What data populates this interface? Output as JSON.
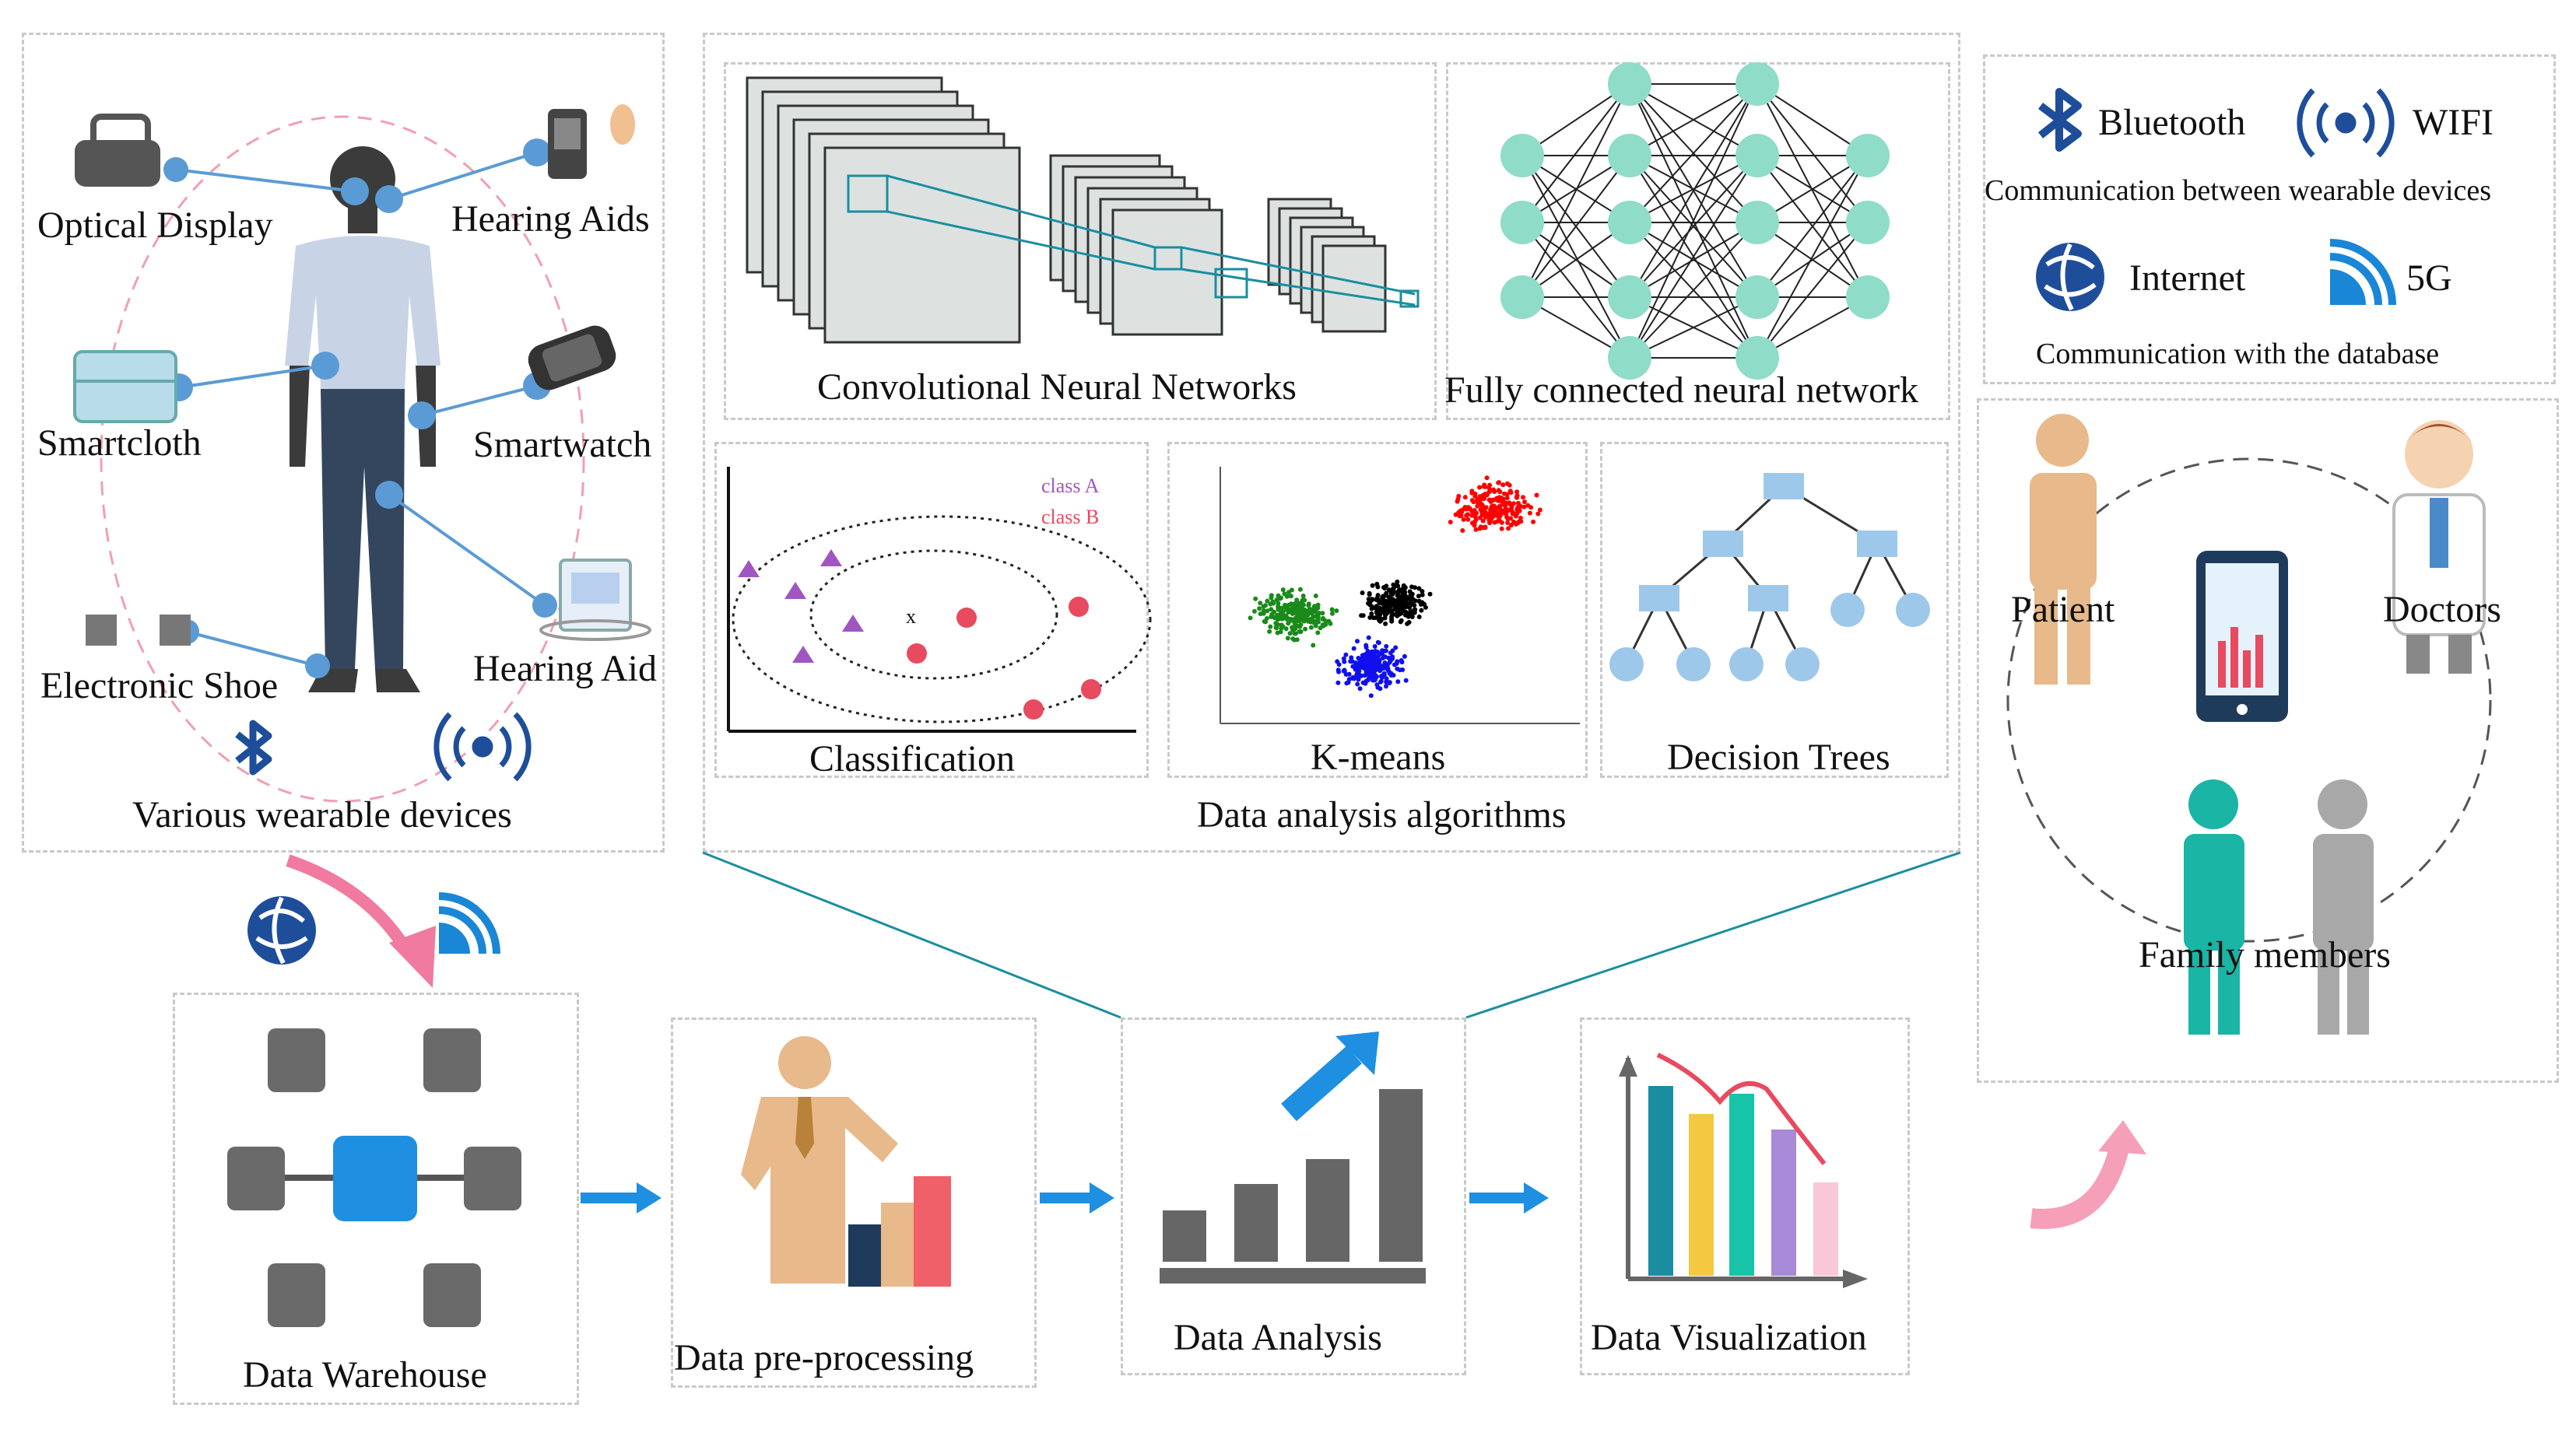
{
  "wearables": {
    "optical_display": "Optical Display",
    "hearing_aids": "Hearing Aids",
    "smartcloth": "Smartcloth",
    "smartwatch": "Smartwatch",
    "electronic_shoe": "Electronic Shoe",
    "hearing_aid": "Hearing Aid",
    "caption": "Various wearable devices"
  },
  "algorithms": {
    "cnn": "Convolutional Neural Networks",
    "fcnn": "Fully connected neural network",
    "classification": "Classification",
    "class_a": "class A",
    "class_b": "class B",
    "point_x": "x",
    "kmeans": "K-means",
    "decision_trees": "Decision Trees",
    "caption": "Data analysis algorithms"
  },
  "communication": {
    "bluetooth": "Bluetooth",
    "wifi": "WIFI",
    "between_devices": "Communication between wearable devices",
    "internet": "Internet",
    "five_g": "5G",
    "with_database": "Communication with the database"
  },
  "users": {
    "patient": "Patient",
    "doctors": "Doctors",
    "family": "Family members"
  },
  "pipeline": {
    "warehouse": "Data Warehouse",
    "preprocessing": "Data pre-processing",
    "analysis": "Data Analysis",
    "visualization": "Data Visualization"
  },
  "colors": {
    "node": "#5b9bd5",
    "teal": "#0f9b8e",
    "arrow_blue": "#1e8fe1",
    "arrow_pink": "#f07aa0",
    "figure_dark": "#3b3b3b",
    "skin": "#e8b98a"
  },
  "icons": [
    "bluetooth-icon",
    "wifi-icon",
    "internet-globe-icon",
    "5g-signal-icon",
    "database-icon",
    "person-icon",
    "doctor-icon",
    "smartphone-icon",
    "bar-chart-icon"
  ]
}
